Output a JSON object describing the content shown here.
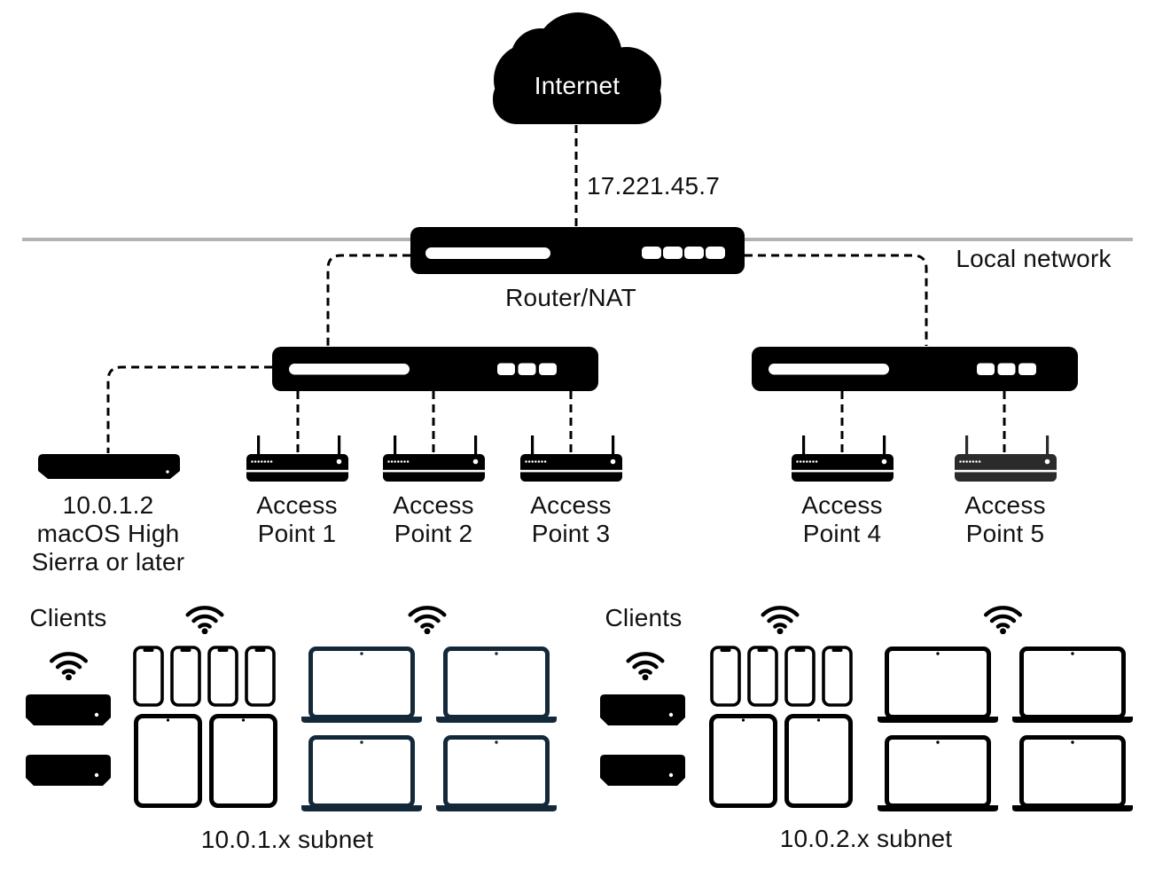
{
  "diagram": {
    "internet_label": "Internet",
    "wan_ip_label": "17.221.45.7",
    "local_network_label": "Local network",
    "router_label": "Router/NAT",
    "access_points": [
      {
        "line1": "Access",
        "line2": "Point 1"
      },
      {
        "line1": "Access",
        "line2": "Point 2"
      },
      {
        "line1": "Access",
        "line2": "Point 3"
      },
      {
        "line1": "Access",
        "line2": "Point 4"
      },
      {
        "line1": "Access",
        "line2": "Point 5"
      }
    ],
    "mac_server_label": {
      "line1": "10.0.1.2",
      "line2": "macOS High",
      "line3": "Sierra or later"
    },
    "left_group": {
      "clients_label": "Clients",
      "subnet_label": "10.0.1.x subnet"
    },
    "right_group": {
      "clients_label": "Clients",
      "subnet_label": "10.0.2.x subnet"
    },
    "colors": {
      "device_black": "#000000",
      "access_point_5_gray": "#2b2b2b",
      "laptop_navy_left": "#13293a",
      "laptop_black_right": "#000000",
      "local_network_line_gray": "#b3b3b6",
      "text": "#111111",
      "background": "#ffffff"
    }
  }
}
